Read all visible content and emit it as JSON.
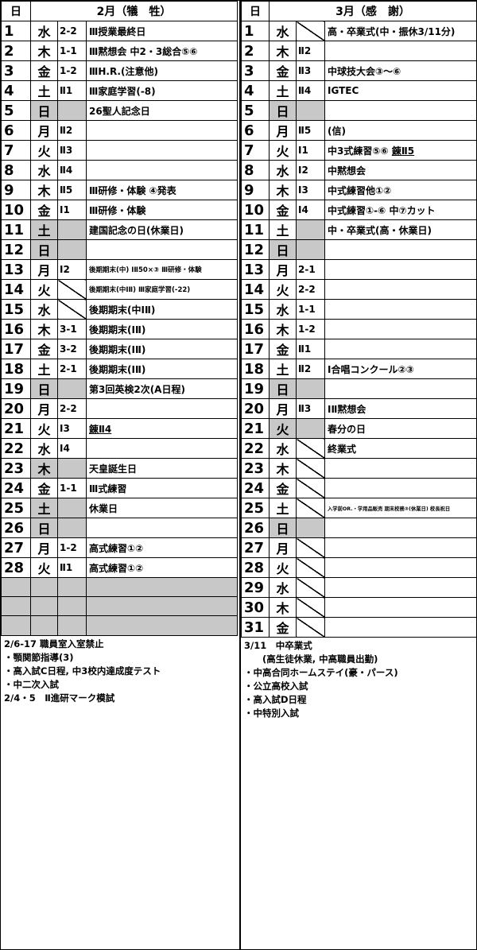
{
  "header": {
    "day_label": "日",
    "feb_title": "2月（犠　牲）",
    "mar_title": "3月（感　謝）"
  },
  "feb_rows": [
    {
      "d": "1",
      "w": "水",
      "c": "2-2",
      "e": "Ⅲ授業最終日"
    },
    {
      "d": "2",
      "w": "木",
      "c": "1-1",
      "e": "Ⅲ黙想会 中2・3総合⑤⑥"
    },
    {
      "d": "3",
      "w": "金",
      "c": "1-2",
      "e": "ⅢH.R.(注意他)"
    },
    {
      "d": "4",
      "w": "土",
      "c": "Ⅱ1",
      "e": "Ⅲ家庭学習(-8)"
    },
    {
      "d": "5",
      "w": "日",
      "c": "",
      "e": "26聖人記念日"
    },
    {
      "d": "6",
      "w": "月",
      "c": "Ⅱ2",
      "e": ""
    },
    {
      "d": "7",
      "w": "火",
      "c": "Ⅱ3",
      "e": ""
    },
    {
      "d": "8",
      "w": "水",
      "c": "Ⅱ4",
      "e": ""
    },
    {
      "d": "9",
      "w": "木",
      "c": "Ⅱ5",
      "e": "Ⅲ研修・体験 ④発表"
    },
    {
      "d": "10",
      "w": "金",
      "c": "Ⅰ1",
      "e": "Ⅲ研修・体験"
    },
    {
      "d": "11",
      "w": "土",
      "c": "",
      "e": "建国記念の日(休業日)"
    },
    {
      "d": "12",
      "w": "日",
      "c": "",
      "e": ""
    },
    {
      "d": "13",
      "w": "月",
      "c": "Ⅰ2",
      "e": "後期期末(中) ⅠⅡ50×③ Ⅲ研修・体験"
    },
    {
      "d": "14",
      "w": "火",
      "c": "",
      "e": "後期期末(中ⅠⅡ) Ⅲ家庭学習(-22)"
    },
    {
      "d": "15",
      "w": "水",
      "c": "",
      "e": "後期期末(中ⅠⅡ)"
    },
    {
      "d": "16",
      "w": "木",
      "c": "3-1",
      "e": "後期期末(ⅠⅡ)"
    },
    {
      "d": "17",
      "w": "金",
      "c": "3-2",
      "e": "後期期末(ⅠⅡ)"
    },
    {
      "d": "18",
      "w": "土",
      "c": "2-1",
      "e": "後期期末(ⅠⅡ)"
    },
    {
      "d": "19",
      "w": "日",
      "c": "",
      "e": "第3回英検2次(A日程)"
    },
    {
      "d": "20",
      "w": "月",
      "c": "2-2",
      "e": ""
    },
    {
      "d": "21",
      "w": "火",
      "c": "Ⅰ3",
      "e": "錬Ⅱ4"
    },
    {
      "d": "22",
      "w": "水",
      "c": "Ⅰ4",
      "e": ""
    },
    {
      "d": "23",
      "w": "木",
      "c": "",
      "e": "天皇誕生日"
    },
    {
      "d": "24",
      "w": "金",
      "c": "1-1",
      "e": "Ⅲ式練習"
    },
    {
      "d": "25",
      "w": "土",
      "c": "",
      "e": "休業日"
    },
    {
      "d": "26",
      "w": "日",
      "c": "",
      "e": ""
    },
    {
      "d": "27",
      "w": "月",
      "c": "1-2",
      "e": "高式練習①②"
    },
    {
      "d": "28",
      "w": "火",
      "c": "Ⅱ1",
      "e": "高式練習①②"
    },
    {
      "d": "",
      "w": "",
      "c": "",
      "e": ""
    },
    {
      "d": "",
      "w": "",
      "c": "",
      "e": ""
    },
    {
      "d": "",
      "w": "",
      "c": "",
      "e": ""
    }
  ],
  "mar_rows": [
    {
      "d": "1",
      "w": "水",
      "c": "",
      "e": "高・卒業式(中・振休3/11分)"
    },
    {
      "d": "2",
      "w": "木",
      "c": "Ⅱ2",
      "e": ""
    },
    {
      "d": "3",
      "w": "金",
      "c": "Ⅱ3",
      "e": "中球技大会③〜⑥"
    },
    {
      "d": "4",
      "w": "土",
      "c": "Ⅱ4",
      "e": "ⅠGTEC"
    },
    {
      "d": "5",
      "w": "日",
      "c": "",
      "e": ""
    },
    {
      "d": "6",
      "w": "月",
      "c": "Ⅱ5",
      "e": "(信)"
    },
    {
      "d": "7",
      "w": "火",
      "c": "Ⅰ1",
      "e": "中3式練習⑤⑥ 錬Ⅱ5"
    },
    {
      "d": "8",
      "w": "水",
      "c": "Ⅰ2",
      "e": "中黙想会"
    },
    {
      "d": "9",
      "w": "木",
      "c": "Ⅰ3",
      "e": "中式練習他①②"
    },
    {
      "d": "10",
      "w": "金",
      "c": "Ⅰ4",
      "e": "中式練習①-⑥ 中⑦カット"
    },
    {
      "d": "11",
      "w": "土",
      "c": "",
      "e": "中・卒業式(高・休業日)"
    },
    {
      "d": "12",
      "w": "日",
      "c": "",
      "e": ""
    },
    {
      "d": "13",
      "w": "月",
      "c": "2-1",
      "e": ""
    },
    {
      "d": "14",
      "w": "火",
      "c": "2-2",
      "e": ""
    },
    {
      "d": "15",
      "w": "水",
      "c": "1-1",
      "e": ""
    },
    {
      "d": "16",
      "w": "木",
      "c": "1-2",
      "e": ""
    },
    {
      "d": "17",
      "w": "金",
      "c": "Ⅱ1",
      "e": ""
    },
    {
      "d": "18",
      "w": "土",
      "c": "Ⅱ2",
      "e": "Ⅰ合唱コンクール②③"
    },
    {
      "d": "19",
      "w": "日",
      "c": "",
      "e": ""
    },
    {
      "d": "20",
      "w": "月",
      "c": "Ⅱ3",
      "e": "ⅠⅡ黙想会"
    },
    {
      "d": "21",
      "w": "火",
      "c": "",
      "e": "春分の日"
    },
    {
      "d": "22",
      "w": "水",
      "c": "",
      "e": "終業式"
    },
    {
      "d": "23",
      "w": "木",
      "c": "",
      "e": ""
    },
    {
      "d": "24",
      "w": "金",
      "c": "",
      "e": ""
    },
    {
      "d": "25",
      "w": "土",
      "c": "",
      "e": "入学前OR.・学用品販売 期末校務③(休業日) 校長祝日"
    },
    {
      "d": "26",
      "w": "日",
      "c": "",
      "e": ""
    },
    {
      "d": "27",
      "w": "月",
      "c": "",
      "e": ""
    },
    {
      "d": "28",
      "w": "火",
      "c": "",
      "e": ""
    },
    {
      "d": "29",
      "w": "水",
      "c": "",
      "e": ""
    },
    {
      "d": "30",
      "w": "木",
      "c": "",
      "e": ""
    },
    {
      "d": "31",
      "w": "金",
      "c": "",
      "e": ""
    }
  ],
  "feb_notes": [
    "2/6-17 職員室入室禁止",
    "・顎関節指導(3)",
    "・高入試C日程, 中3校内達成度テスト",
    "・中二次入試",
    "2/4・5　Ⅱ進研マーク模試"
  ],
  "mar_notes": [
    "3/11　中卒業式",
    "　　(高生徒休業, 中高職員出勤)",
    "・中高合同ホームステイ(豪・パース)",
    "・公立高校入試",
    "・高入試D日程",
    "・中特別入試"
  ]
}
